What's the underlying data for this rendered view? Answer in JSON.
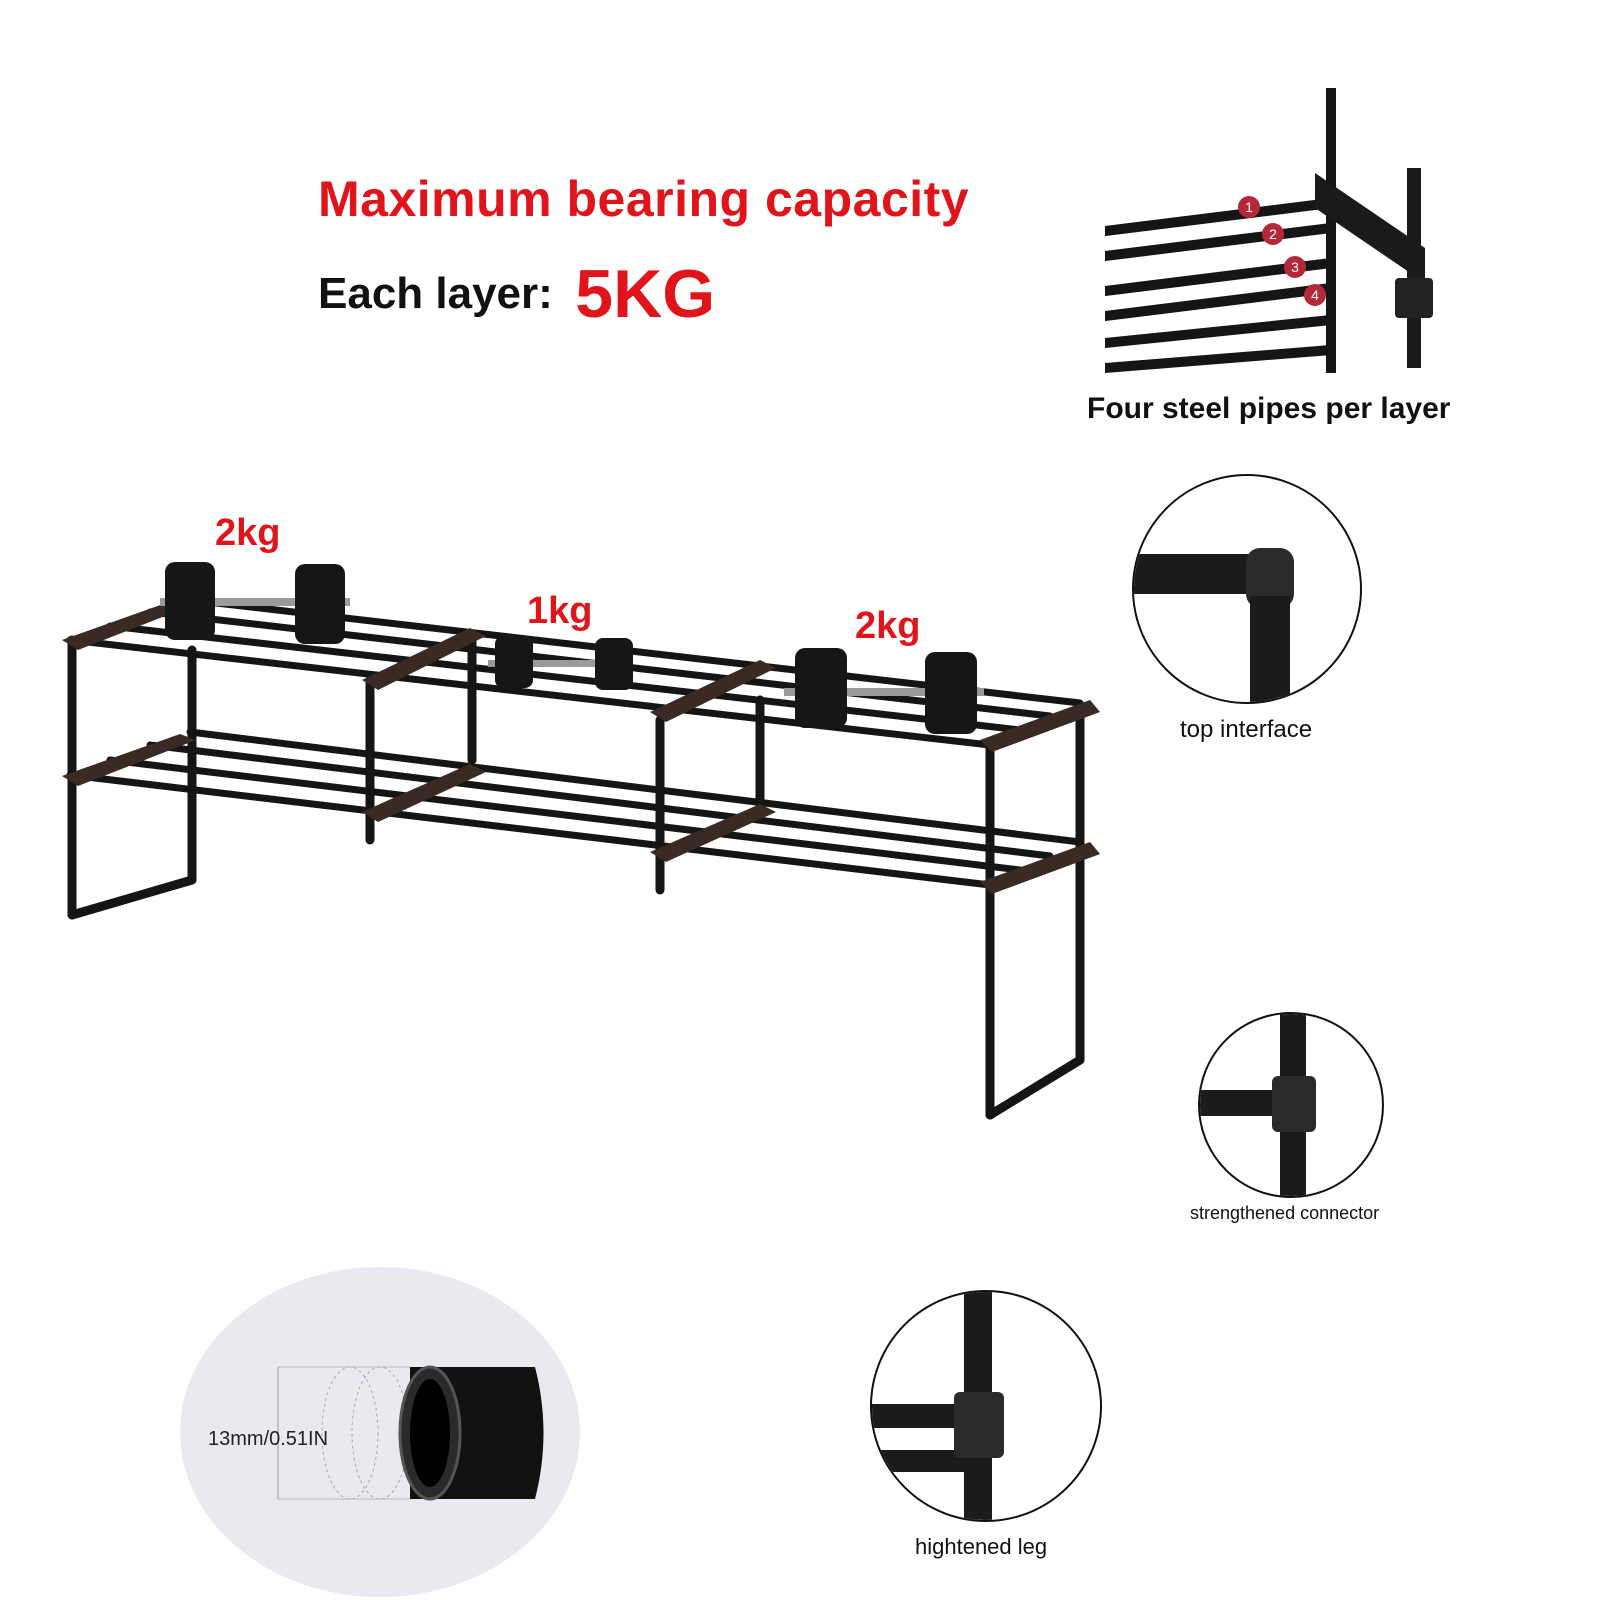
{
  "capacity": {
    "headline": "Maximum bearing capacity",
    "layer_label": "Each layer:",
    "layer_value": "5KG"
  },
  "weights": {
    "left": "2kg",
    "middle": "1kg",
    "right": "2kg"
  },
  "pipes_detail": {
    "numbers": [
      "1",
      "2",
      "3",
      "4"
    ],
    "caption": "Four steel pipes per layer"
  },
  "details": {
    "top_interface": "top interface",
    "strengthened_connector": "strengthened connector",
    "hightened_leg": "hightened leg"
  },
  "pipe_size": {
    "dimension": "13mm/0.51IN"
  },
  "colors": {
    "accent_red": "#e0141b",
    "frame": "#151515",
    "badge": "#b5283a"
  }
}
